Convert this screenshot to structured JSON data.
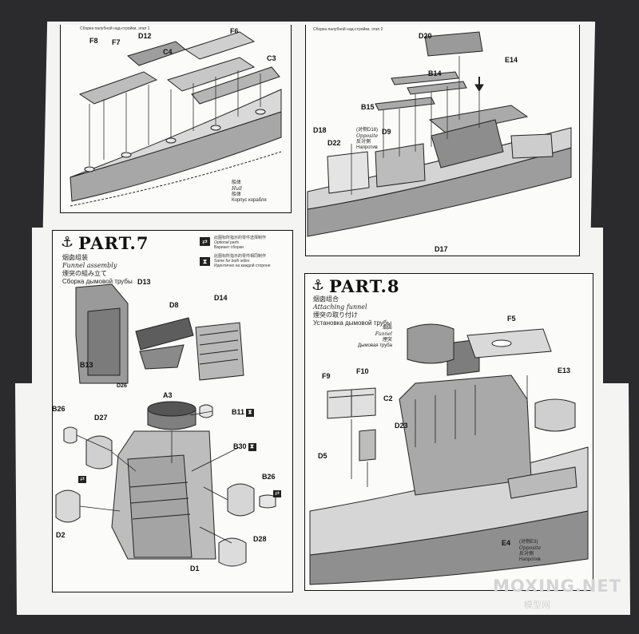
{
  "top_left": {
    "header_ru": "Сборка палубной над-стройки, этап 1",
    "labels": {
      "f8": "F8",
      "f7": "F7",
      "d12": "D12",
      "c4": "C4",
      "f6": "F6",
      "c3": "C3"
    },
    "hull_note": {
      "cn": "船体",
      "en": "Hull",
      "jp": "船体",
      "ru": "Корпус корабля"
    }
  },
  "top_right": {
    "header_ru": "Сборка палубной над-стройки, этап 2",
    "labels": {
      "d20": "D20",
      "e14": "E14",
      "b14": "B14",
      "b15": "B15",
      "d18": "D18",
      "d9": "D9",
      "d22": "D22",
      "d17": "D17"
    },
    "opposite_note": {
      "cn": "(对侧D18)",
      "en": "Opposite",
      "jp": "反対側",
      "ru": "Напротив"
    }
  },
  "part7": {
    "title": "PART.7",
    "subtitle": {
      "cn": "烟囱组装",
      "en": "Funnel assembly",
      "jp": "煙突の組み立て",
      "ru": "Сборка дымовой трубы"
    },
    "legend": [
      {
        "icon": "optional-parts-icon",
        "cn": "此图标所指示的零件选择制作",
        "en": "Optional parts",
        "ru": "Вариант сборки"
      },
      {
        "icon": "same-both-sides-icon",
        "cn": "此图标所指示的零件相同制作",
        "en": "Same for both sides",
        "ru": "Идентично на каждой стороне"
      }
    ],
    "labels": {
      "d13": "D13",
      "d8": "D8",
      "d14": "D14",
      "b13": "B13",
      "d26": "D26",
      "a3": "A3",
      "b26_left": "B26",
      "d27": "D27",
      "b11": "B11",
      "b30": "B30",
      "b26_right": "B26",
      "d2": "D2",
      "d28": "D28",
      "d1": "D1"
    }
  },
  "part8": {
    "title": "PART.8",
    "subtitle": {
      "cn": "烟囱组合",
      "en": "Attaching funnel",
      "jp": "煙突の取り付け",
      "ru": "Установка дымовой трубы"
    },
    "funnel_note": {
      "cn": "烟囱",
      "en": "Funnel",
      "jp": "煙突",
      "ru": "Дымовая труба"
    },
    "labels": {
      "f5": "F5",
      "e13": "E13",
      "f9": "F9",
      "f10": "F10",
      "c2": "C2",
      "d23": "D23",
      "d5": "D5",
      "e4": "E4"
    },
    "opposite_note": {
      "cn": "(对侧E3)",
      "en": "Opposite",
      "jp": "反対側",
      "ru": "Напротив"
    }
  },
  "watermark": {
    "main": "MOXING.NET",
    "sub": "模型网"
  },
  "colors": {
    "background": "#2b2b2d",
    "paper": "#f4f4f2",
    "ink": "#111111",
    "part_gray": "#8a8a8a"
  }
}
